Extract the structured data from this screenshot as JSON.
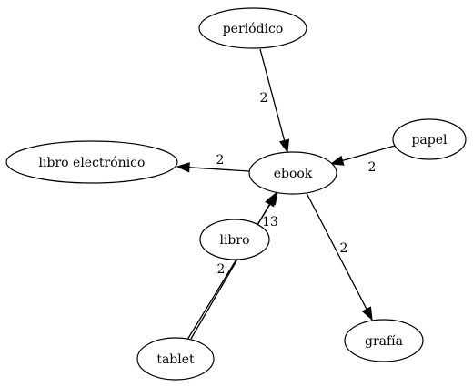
{
  "nodes": [
    {
      "id": "periodico",
      "label": "periódico"
    },
    {
      "id": "papel",
      "label": "papel"
    },
    {
      "id": "libro_electronico",
      "label": "libro electrónico"
    },
    {
      "id": "ebook",
      "label": "ebook"
    },
    {
      "id": "libro",
      "label": "libro"
    },
    {
      "id": "grafia",
      "label": "grafía"
    },
    {
      "id": "tablet",
      "label": "tablet"
    }
  ],
  "edges": [
    {
      "id": "periodico-ebook",
      "from": "periodico",
      "to": "ebook",
      "label": "2"
    },
    {
      "id": "papel-ebook",
      "from": "papel",
      "to": "ebook",
      "label": "2"
    },
    {
      "id": "ebook-libro_electronico",
      "from": "ebook",
      "to": "libro_electronico",
      "label": "2"
    },
    {
      "id": "ebook-grafia",
      "from": "ebook",
      "to": "grafia",
      "label": "2"
    },
    {
      "id": "libro-ebook",
      "from": "libro",
      "to": "ebook",
      "label": "13"
    },
    {
      "id": "tablet-ebook",
      "from": "tablet",
      "to": "ebook",
      "label": "2"
    }
  ],
  "colors": {
    "stroke": "#000000",
    "fill": "#ffffff"
  }
}
